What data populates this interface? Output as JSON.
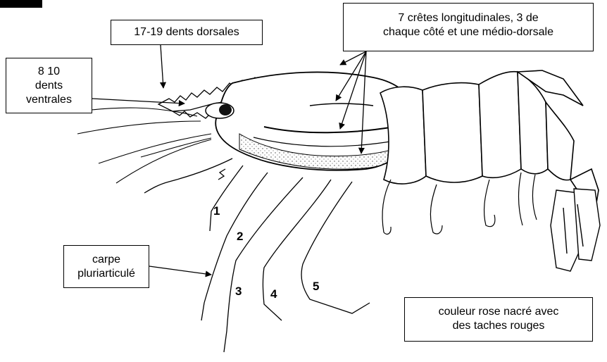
{
  "labels": {
    "dents_dorsales": "17-19 dents dorsales",
    "dents_ventrales": [
      "8 10",
      "dents",
      "ventrales"
    ],
    "cretes": [
      "7 crêtes longitudinales, 3 de",
      "chaque côté et une médio-dorsale"
    ],
    "carpe": [
      "carpe",
      "pluriarticulé"
    ],
    "couleur": [
      "couleur rose nacré avec",
      "des taches rouges"
    ]
  },
  "legs": [
    "1",
    "2",
    "3",
    "4",
    "5"
  ],
  "colors": {
    "ink": "#000000",
    "paper": "#ffffff",
    "stipple": "#555555"
  }
}
